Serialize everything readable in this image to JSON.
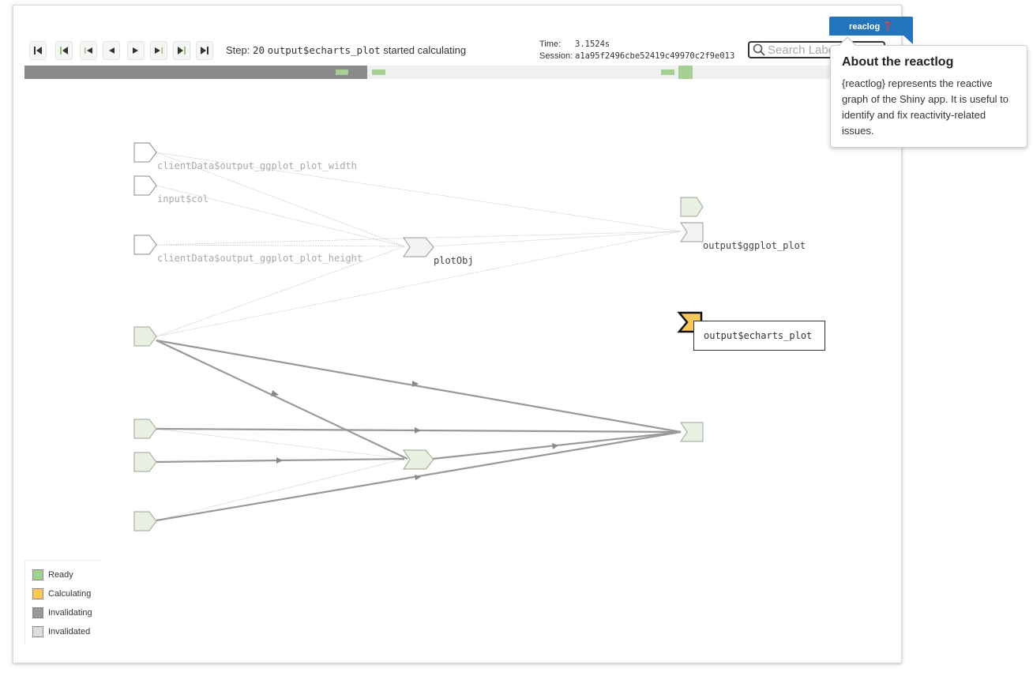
{
  "toolbar": {
    "step_label": "Step:",
    "step_number": "20",
    "step_target": "output$echarts_plot",
    "step_action": "started calculating"
  },
  "meta": {
    "time_label": "Time:",
    "time_value": "3.1524s",
    "session_label": "Session:",
    "session_value": "a1a95f2496cbe52419c49970c2f9e013"
  },
  "search": {
    "placeholder": "Search Labels"
  },
  "badge": {
    "label": "reaclog ❓"
  },
  "popover": {
    "title": "About the reactlog",
    "body": "{reactlog} represents the reactive graph of the Shiny app. It is useful to identify and fix reactivity-related issues."
  },
  "graph": {
    "labels": {
      "width": "clientData$output_ggplot_plot_width",
      "col": "input$col",
      "height": "clientData$output_ggplot_plot_height",
      "plotobj": "plotObj",
      "ggplot": "output$ggplot_plot",
      "echarts": "output$echarts_plot"
    }
  },
  "legend": {
    "items": [
      {
        "label": "Ready",
        "color": "#a6cf94"
      },
      {
        "label": "Calculating",
        "color": "#fbc65a"
      },
      {
        "label": "Invalidating",
        "color": "#999999"
      },
      {
        "label": "Invalidated",
        "color": "#dddddd"
      }
    ]
  },
  "colors": {
    "ready_fill": "#e8f0e2",
    "ready_stroke": "#9aa394",
    "calculating": "#fbc65a",
    "invalidating": "#999999",
    "badge": "#2473bd"
  }
}
